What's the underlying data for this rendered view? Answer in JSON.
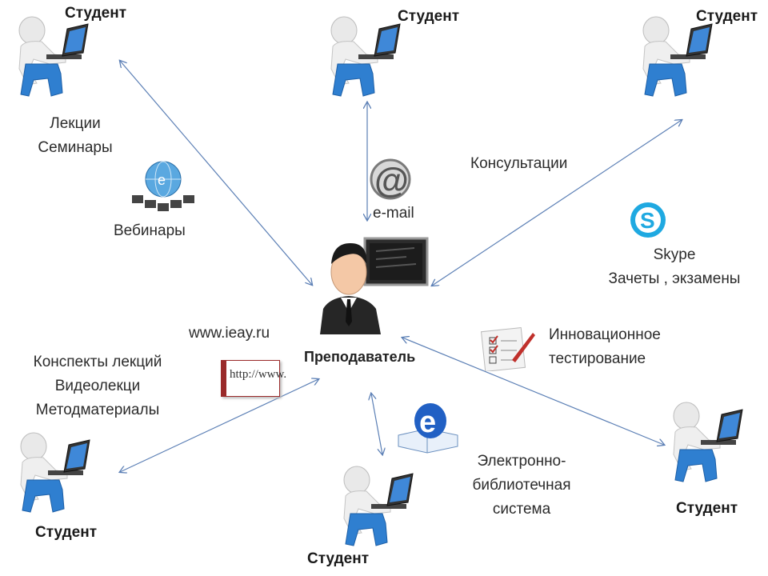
{
  "student_label": "Студент",
  "teacher": {
    "label": "Преподаватель"
  },
  "students": [
    {
      "label": "Студент"
    },
    {
      "label": "Студент"
    },
    {
      "label": "Студент"
    },
    {
      "label": "Студент"
    },
    {
      "label": "Студент"
    },
    {
      "label": "Студент"
    }
  ],
  "texts": {
    "lectures": "Лекции",
    "seminars": "Семинары",
    "webinars": "Вебинары",
    "email": "e-mail",
    "consultations": "Консультации",
    "skype": "Skype",
    "exams": "Зачеты , экзамены",
    "innovative_1": "Инновационное",
    "innovative_2": "тестирование",
    "website": "www.ieay.ru",
    "notes": "Конспекты лекций",
    "videolectures": "Видеолекци",
    "methods": "Методматериалы",
    "elib_1": "Электронно-",
    "elib_2": "библиотечная",
    "elib_3": "система",
    "http": "http://www."
  },
  "colors": {
    "arrow": "#5b7fb5",
    "student_blue": "#2f7fd0",
    "skype_blue": "#1fa9e1",
    "ie_blue": "#2160c4"
  }
}
